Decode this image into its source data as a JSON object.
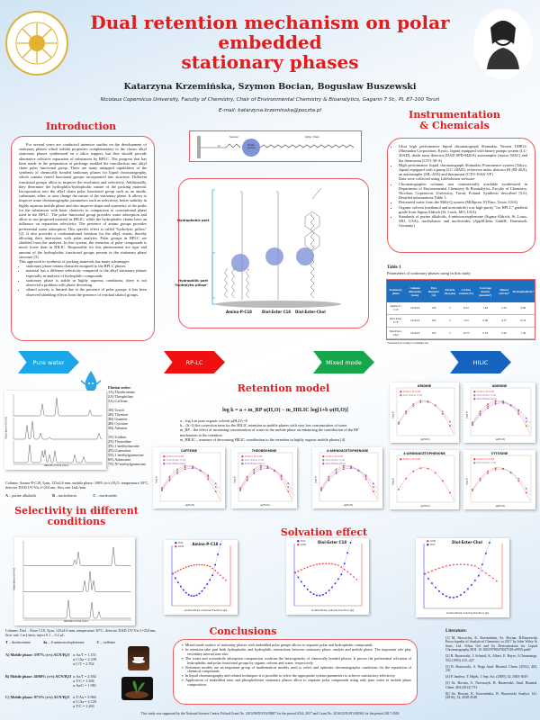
{
  "header": {
    "title_lines": [
      "Dual retention mechanism on polar",
      "embedded",
      "stationary phases"
    ],
    "authors": "Katarzyna Krzemińska, Szymon Bocian, Bogusław Buszewski",
    "affiliation": "Nicolaus Copernicus University, Faculty of Chemistry, Chair of Environmental Chemistry & Bioanalytics, Gagarin 7 St., PL 87-100 Toruń",
    "email": "E-mail: katarzyna.krzeminska@poczta.pl",
    "logo_text": "UNIVERSITAS NICOLAI COPERNICI TORUN"
  },
  "introduction": {
    "heading": "Introduction",
    "paragraph": "For several years are conducted intensive studies on the development of stationary phases which exhibit properties complementary to the classic alkyl stationary phases synthesized on a silica support, but they should provide alternative selective separation of substances by RPLC. The progress that has been made in the preparation of packings enabled the introduction into alkyl chain polar functional group. There are many untapped capabilities of the synthesis of chemically bonded stationary phases for liquid chromatography, which contain varied functional groups incorporated into structure. Different functional groups allow to improve the resolution and selectivity. Additionally, they determine the hydrophilic/hydrophobic nature of the packing material. Incorporation into the alkyl chain polar functional group such as an amide, carbamate, ether, or urea change the nature of the stationary phase. It allows to improve some chromatographic parameters such as selectivity, better stability in highly aqueous mobile phase and also improve shape and symmetry of the peaks for the substances with basic character in comparison to conventional phase used in the RPLC. The polar functional group provides water adsorption and allow to use proposed material in HILIC, while the hydrophobic chains have an influence on separation selectivity. The presence of amino groups provides preferential water adsorption. This specific effect is called \"hydrolytic pillow\" [2]. It also provides a conformational freedom for the alkyl chains, thereby allowing their interaction with polar analytes. Polar groups in RPLC are shielded from the analytes. In this system, the retention of polar compounds is much lower than in HILIC. Responsible for this phenomenon are type and amount of the hydrophobic functional groups present in the stationary phase structure [3].",
    "approach": "This approach to synthesis of packing materials has many advantages:",
    "bullets": [
      "stationary phase retains character assigned to the RPLC phases",
      "material has a different selectivity compared to the alkyl stationary phases especially in analysis of hydrophilic compounds",
      "stationary phase is stable in highly aqueous conditions; there is not observed a problem with phase dewetting",
      "silanol activity is limited due to the presence of polar groups; it has been observed shielding effects from the presence of residual silanol groups."
    ]
  },
  "scheme": {
    "spacer": "Spacer",
    "polar_group": "Polar group",
    "alkyl_chain": "Alkyl chain",
    "si": "Si",
    "hydrophobic_part": "Hydrophobic part",
    "hydrophilic_part": "Hydrophilic part",
    "hydrolytic_pillow": "\"hydrolytic pillow\"",
    "phases": [
      "Amino-P-C18",
      "Diol-Ester C18",
      "Diol-Ester-Chol"
    ],
    "accent": "#7f93d8"
  },
  "instrumentation": {
    "heading_lines": [
      "Instrumentation",
      "& Chemicals"
    ],
    "bullets": [
      "Ultra high performance liquid chromatograph Shimadzu Nexera UHPLC (Shimadzu Corporation, Kyoto, Japan) equipped with binary pumps system (LC-30AD), diode array detector (DAD SPD-M20A) autosampler (motor 30AC) and the thermostat (CTO-30-A)",
      "High performance liquid chromatograph Shimadzu Prominence system (Tokyo, Japan) equipped with a pump (LC-20AD), refractive index detector RI (RI-20A), an autosampler (SIL-20A) and thermostat (CTO-10AS-VP)\nData were collected using LabSolution software",
      "Chromatographic columns non commercially available synthesized in Department of Environmental Chemistry & Bioanalytics, Faculty of Chemistry, Nicolaus Copernicus University, Toruń, Poland. Synthesis described [5,6]. Detailed informations Table 1.",
      "Deionized water from the Milli-Q system (Millipore, El Paso, Texas, USA)",
      "Organic solvent (methanol and acetonitrile) was high-purity \"for HPLC\" gradient grade from Sigma Aldrich (St. Louis, MO, USA).",
      "Standards of purine alkaloids, 4-aminoacetophenone (Sigma-Aldrich, St. Louis, MO, USA), nucleobases and nucleosides (AppliChem GmbH, Darmstadt, Germany)"
    ]
  },
  "table1": {
    "title": "Table 1",
    "caption": "Parameters of stationary phases using in this study",
    "columns": [
      "Stationary phase",
      "Column dimension [mm]",
      "Pore diameter [Å]",
      "Particle size [µm]",
      "Carbon content [%]",
      "Coverage density [µmol/m²]",
      "Silanol activity*",
      "Hydrophobicity*"
    ],
    "rows": [
      [
        "Amino-P-C18",
        "125x4.6",
        "100",
        "5",
        "9.33",
        "1.94",
        "2.24",
        "0.80"
      ],
      [
        "Diol-Ester C18",
        "125x4.6",
        "100",
        "5",
        "7.63",
        "0.90",
        "4.37",
        "0.76"
      ],
      [
        "Diol-Ester-Chol",
        "125x4.6",
        "100",
        "5",
        "10.73",
        "0.93",
        "2.92",
        "1.49"
      ]
    ],
    "footnote": "*measured according to Galushko test"
  },
  "modes": [
    {
      "label": "Pure water",
      "color": "#1aa7e8"
    },
    {
      "label": "RP-LC",
      "color": "#f01010"
    },
    {
      "label": "Mixed mode",
      "color": "#15a84a"
    },
    {
      "label": "HILIC",
      "color": "#1565c0"
    }
  ],
  "pure_water": {
    "elution_heading": "Elution order:",
    "groupA": [
      "1A) Theobromine",
      "2A) Theophiline",
      "3A) Caffeine"
    ],
    "groupB": [
      "1B) Uracil",
      "2B) Thymine",
      "3B) Guanine",
      "4B) Cytosine",
      "5B) Adenine"
    ],
    "groupN": [
      "1N) Uridine",
      "2N) Thymidine",
      "3N) 1-methylinosine",
      "4N) Guanosine",
      "5N) 1-methylguanosine",
      "6N) Adenosine",
      "7N) N²-methylguanosine"
    ],
    "ylabel": "Absorbance [mAU]",
    "xlabel": "Retention time [min]",
    "conditions": "Column: Amino-P-C18, 5µm, 125x4.6 mm, mobile phase: 100% (v/v) H₂O; temperature 30°C, detector DAD UV-Vis λ=254 nm, flow rate 1mL/min.",
    "legend": [
      [
        "A",
        "purine alkaloids"
      ],
      [
        "B",
        "nucleobases"
      ],
      [
        "C",
        "nucleosides"
      ]
    ]
  },
  "retention_model": {
    "heading": "Retention model",
    "formula": "log k = a + m_RP φ(H₂O) − m_HILIC log[1+b φ(H₂O)]",
    "definitions": [
      "a – log k in pure organic solvent φ(H₂O) =0",
      "b – (b>1) the correction term for the HILIC retention in mobile phases with very low concentration of water",
      "m_RP – the effect of increasing concentration of water in the mobile phase on enhancing the contribution of the RP mechanism to the retention",
      "m_HILIC – measure of decreasing HILIC contribution to the retention in highly organic mobile phases [4]"
    ],
    "plots": [
      {
        "title": "CAFFEINE",
        "legend": [
          "Amino-P-C18",
          "Diol-Ester C18",
          "Diol-Ester-Chol"
        ]
      },
      {
        "title": "THEOBROMINE",
        "legend": [
          "Amino-P-C18",
          "Diol-Ester C18",
          "Diol-Ester-Chol"
        ]
      },
      {
        "title": "4-AMINOACETOPHENONE",
        "legend": [
          "Amino-P-C18",
          "Diol-Ester C18",
          "Diol-Ester-Chol"
        ]
      },
      {
        "title": "URIDINE",
        "legend": [
          "Amino-P-C18",
          "Diol-Ester C18"
        ]
      },
      {
        "title": "ADENINE",
        "legend": [
          "Amino-P-C18",
          "Diol-Ester C18",
          "Diol-Ester-Chol"
        ]
      },
      {
        "title": "4-AMINOACETOPHENONE",
        "legend": [
          "Amino-P-C18"
        ]
      },
      {
        "title": "CYTOSINE",
        "legend": [
          "Amino-P-C18",
          "Diol-Ester C18"
        ]
      }
    ],
    "ylabel": "log k",
    "xlabel": "φ(H₂O)"
  },
  "selectivity": {
    "heading_lines": [
      "Selectivity in different",
      "conditions"
    ],
    "ylabel": "Absorbance [mAU]",
    "xlabel": "Retention time [min]",
    "panels": [
      "A",
      "B",
      "C"
    ],
    "conditions": "Column: Diol – Ester C18, 5µm, 125x4.6 mm, temperature 30°C, detector DAD UV-Vis λ=254 nm, flow rate 1 mL/min, inject 0.1 – 0.2 µL",
    "legend": [
      [
        "T",
        "theobromine"
      ],
      [
        "4a",
        "4-aminoacetophenone"
      ],
      [
        "C",
        "caffeine"
      ]
    ],
    "phases": [
      {
        "label": "A) Mobile phase: 3/97% (v/v) ACN/H₂O",
        "alphas": [
          "α Aa/T = 1.155",
          "α C/Aa = 2.339",
          "α C/T = 2.702"
        ]
      },
      {
        "label": "B) Mobile phase: 40/60% (v/v) ACN/H₂O",
        "alphas": [
          "α Aa/T = 2.584",
          "α T/C = 1.304",
          "α Aa/C = 1.981"
        ]
      },
      {
        "label": "C) Mobile phase: 97/3% (v/v) ACN/H₂O",
        "alphas": [
          "α T/Aa = 5.960",
          "α C/Aa = 4.720",
          "α T/C = 1.263"
        ]
      }
    ]
  },
  "solvation": {
    "heading": "Solvation effect",
    "xlabel": "Acetonitrile volume fraction [φ]",
    "plots": [
      {
        "title": "Amino-P-C18",
        "legend": [
          "H₂O",
          "ACN"
        ]
      },
      {
        "title": "Diol-Ester C18",
        "legend": [
          "H₂O",
          "ACN"
        ]
      },
      {
        "title": "Diol-Ester-Chol",
        "legend": [
          "ACN",
          "H₂O"
        ]
      }
    ],
    "colors": {
      "h2o": "#1a1aff",
      "acn": "#ff2a2a"
    }
  },
  "conclusions": {
    "heading": "Conclusions",
    "items": [
      "Mixed mode surface of stationary phases with embedded polar groups allows to separate polar and hydrophobic compounds.",
      "In retention take part both hydrophobic and hydrophilic interactions between stationary phase, analyte and mobile phase. The important role play secondary interactions also.",
      "The water and acetonitrile adsorption comparision confirms the heterogeneity of chemically bonded phases. It proves the preferential solvation of hydrophobic and polar functional groups by organic solvent and water, respectively.",
      "Retention models are an important group of mathematical models used to select and optimize chromatographic conditions for the separation of chemical compounds.",
      "In liquid chromatography and related techniques it is possible to select the appropriate system parameters to achieve satisfactory selectivity.",
      "Application of embedded ester and phospholiester stationary phases allow to separate polar compounds using only pure water in mobile phase composition."
    ]
  },
  "literature": {
    "heading": "Literature:",
    "items": [
      "[1] M. Skoczylas, K. Krzemińska, Sz. Bocian, B.Buszewski Encyclopedia of Analytical Chemistry in 2017 by John Wiley & Sons, Ltd. Silica Gel and Its Derivatization for Liquid Chromatography DOI: 10.1002/9780470027318.a9955.pub0",
      "[2] B. Buszewski, J. Schmid, K. Albert, E. Bayer, J.Chromatogr. 552 (1991) 415–427",
      "[3] B. Buszewski, S. Noga Anal. Bioanal. Chem. (2012), 402, 231",
      "[4] P. Jandera, T. Hájek, J. Sep. Sci. (2009), 32, 3603-3619",
      "[5] Sz. Bocian, A. Nowaczyk, B. Buszewski, Anal. Bioanal. Chem. 404 (2012) 731",
      "[6] Sz. Bocian, K. Krzemińska, B. Buszewski Analyst 141, (2016), 14, 4540-4548"
    ]
  },
  "footer": "This study was supported by the National Science Centre, Poland Grant No. 2013/09/D/ST4/03807 for the period 2014–2017 and Grant No. 2016/23/N/ST4/00361 for the period 2017-2018",
  "colors": {
    "accent_red": "#e21b1b",
    "box_border": "#ef5a5a",
    "table_header": "#1d6fc2"
  }
}
